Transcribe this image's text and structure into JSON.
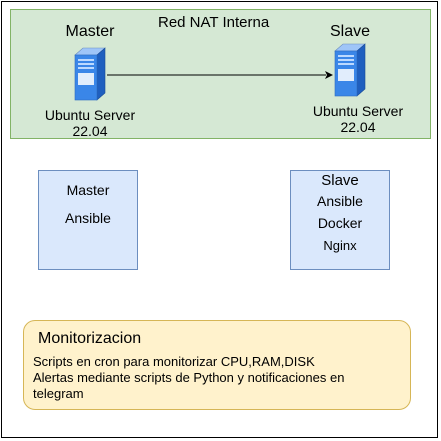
{
  "nat": {
    "title": "Red NAT Interna"
  },
  "master_node": {
    "label": "Master",
    "os_line1": "Ubuntu Server",
    "os_line2": "22.04"
  },
  "slave_node": {
    "label": "Slave",
    "os_line1": "Ubuntu Server",
    "os_line2": "22.04"
  },
  "master_box": {
    "title": "Master",
    "items": [
      "Ansible"
    ]
  },
  "slave_box": {
    "title": "Slave",
    "items": [
      "Ansible",
      "Docker",
      "Nginx"
    ]
  },
  "monitor": {
    "title": "Monitorizacion",
    "line1": "Scripts en cron para monitorizar CPU,RAM,DISK",
    "line2": "Alertas mediante scripts de Python y  notificaciones en",
    "line3": "telegram"
  },
  "colors": {
    "nat_fill": "#d5e8d4",
    "nat_stroke": "#82b366",
    "box_fill": "#dae8fc",
    "box_stroke": "#6c8ebf",
    "monitor_fill": "#fff2cc",
    "monitor_stroke": "#d6b656"
  },
  "icons": {
    "server": "server-icon",
    "arrow": "arrow-icon"
  }
}
